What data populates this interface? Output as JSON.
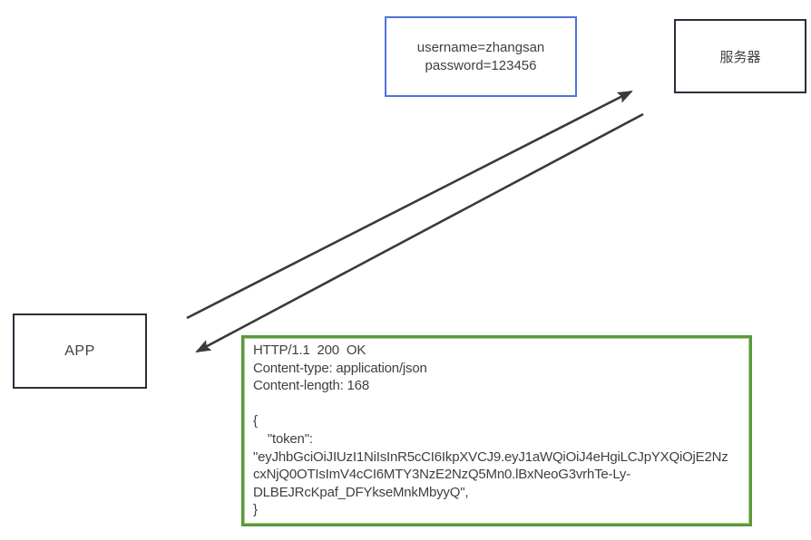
{
  "app_box": {
    "label": "APP"
  },
  "server_box": {
    "label": "服务器"
  },
  "credentials_box": {
    "lines": [
      "username=zhangsan",
      "password=123456"
    ]
  },
  "response_box": {
    "lines": [
      "HTTP/1.1  200  OK",
      "Content-type: application/json",
      "Content-length: 168",
      "",
      "{",
      "    \"token\":",
      "\"eyJhbGciOiJIUzI1NiIsInR5cCI6IkpXVCJ9.eyJ1aWQiOiJ4eHgiLCJpYXQiOjE2Nz",
      "cxNjQ0OTIsImV4cCI6MTY3NzE2NzQ5Mn0.lBxNeoG3vrhTe-Ly-",
      "DLBEJRcKpaf_DFYkseMnkMbyyQ\",",
      "}"
    ]
  },
  "arrows": {
    "request": {
      "from": "APP",
      "to": "服务器"
    },
    "response": {
      "from": "服务器",
      "to": "APP"
    }
  },
  "colors": {
    "credentials_border": "#4e73d8",
    "response_border": "#5a993c",
    "node_border": "#2a2f38",
    "arrow": "#3a3a3a",
    "text": "#3f3f3f",
    "background": "#ffffff"
  }
}
